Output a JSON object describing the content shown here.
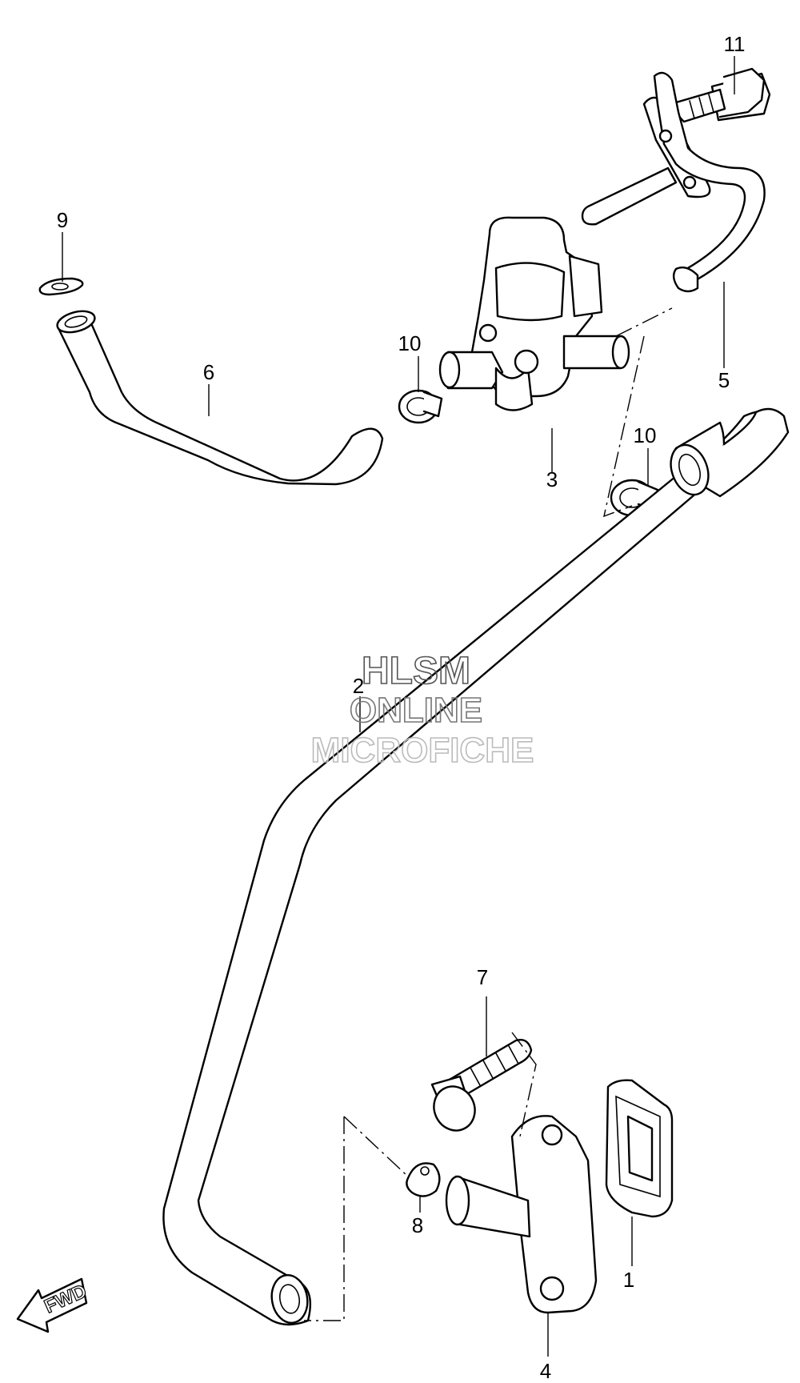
{
  "callouts": {
    "c1": "1",
    "c2": "2",
    "c3": "3",
    "c4": "4",
    "c5": "5",
    "c6": "6",
    "c7": "7",
    "c8": "8",
    "c9": "9",
    "c10a": "10",
    "c10b": "10",
    "c11": "11"
  },
  "watermark": {
    "line1": "HLSM",
    "line2": "ONLINE",
    "line3": "MICROFICHE"
  },
  "direction_badge": "FWD",
  "colors": {
    "line": "#000000",
    "background": "#ffffff",
    "watermark_dark": "#555555",
    "watermark_light": "#bbbbbb"
  }
}
